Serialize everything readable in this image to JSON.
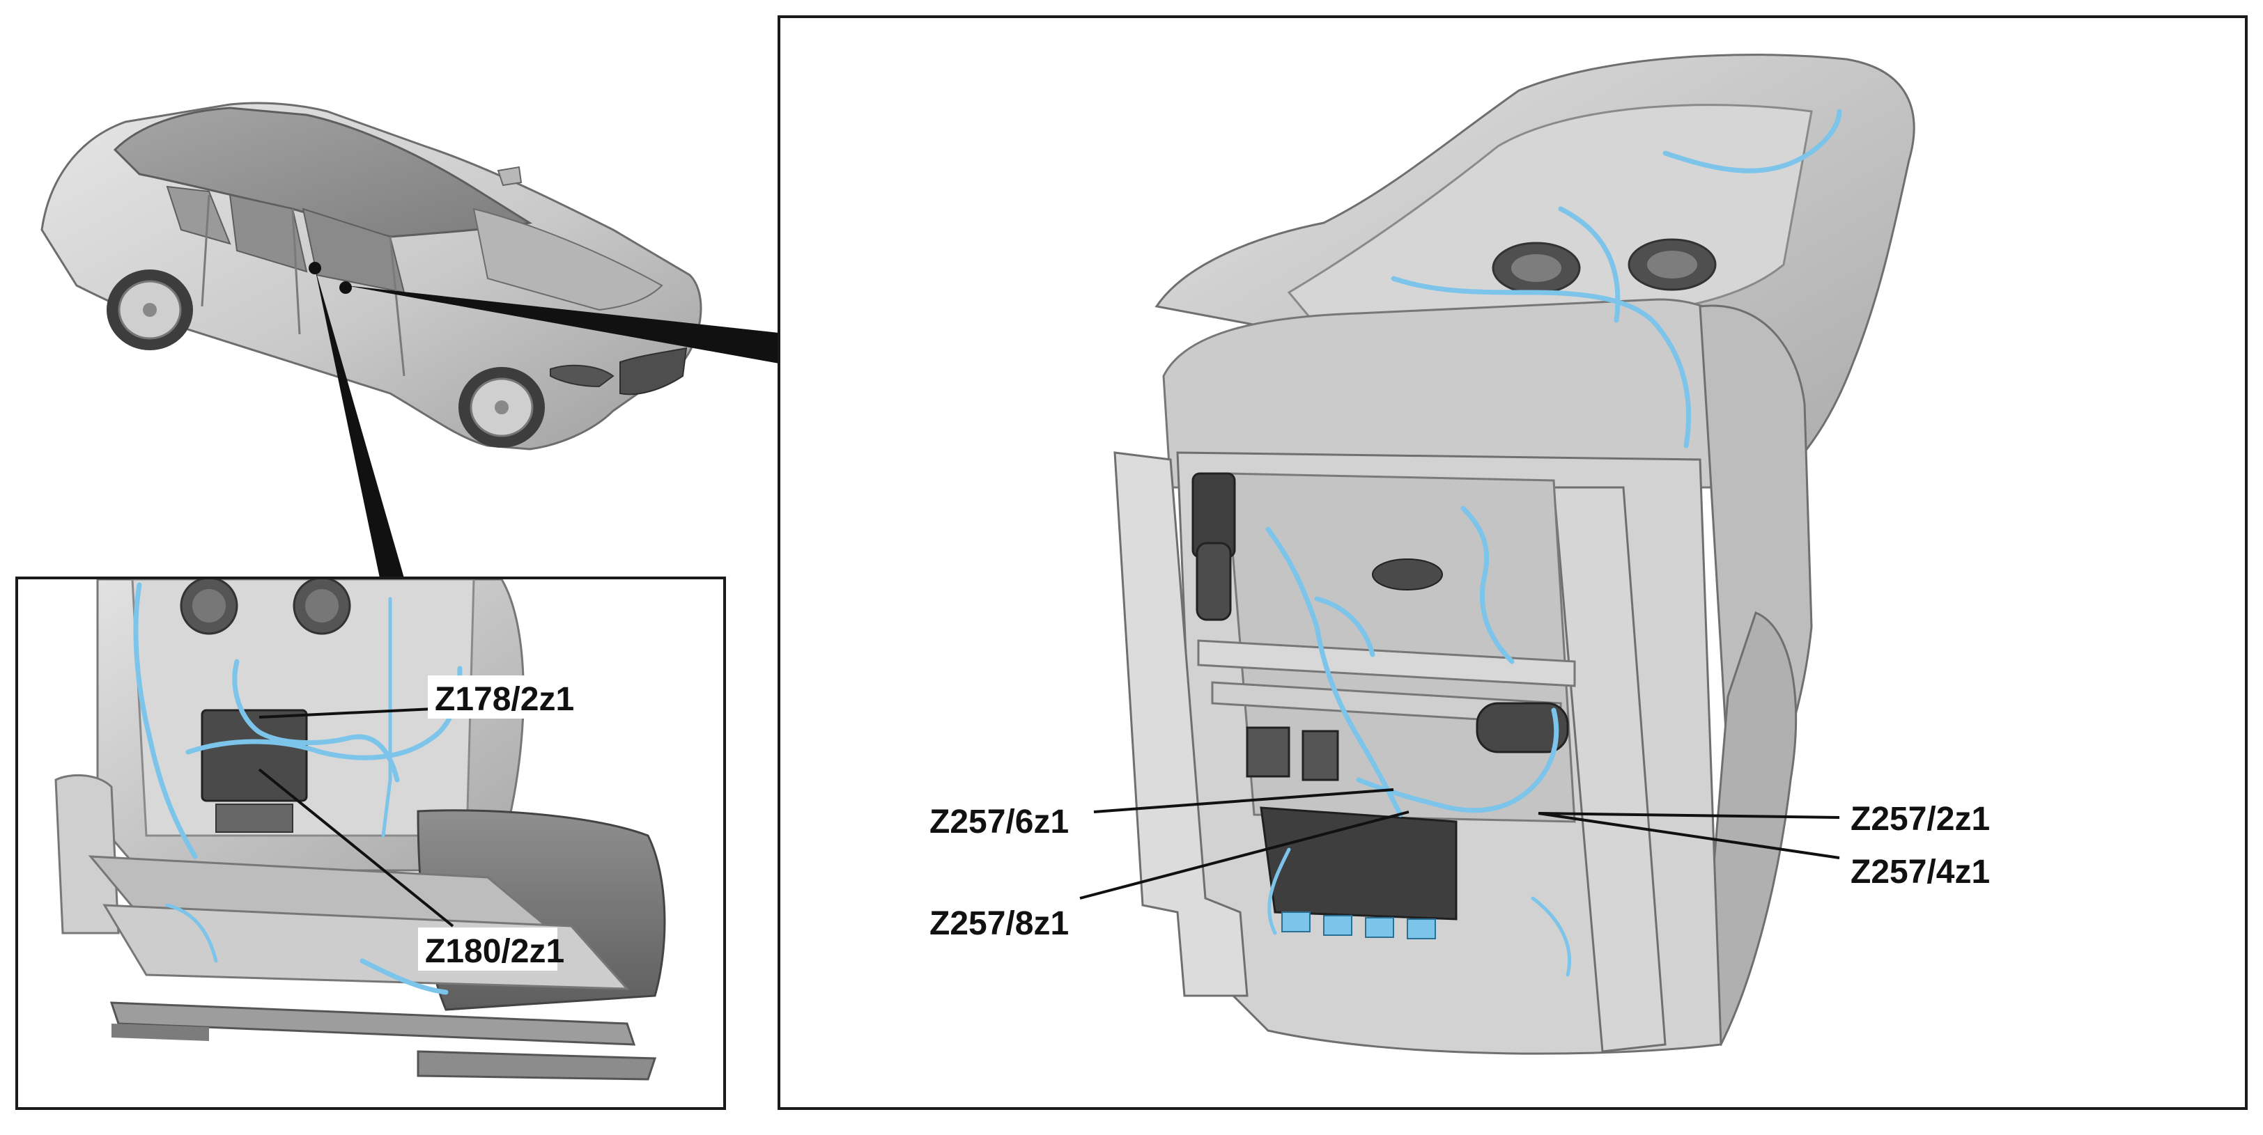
{
  "callouts": {
    "z178": "Z178/2z1",
    "z180": "Z180/2z1",
    "z257_6": "Z257/6z1",
    "z257_8": "Z257/8z1",
    "z257_2": "Z257/2z1",
    "z257_4": "Z257/4z1"
  },
  "colors": {
    "wiring": "#7cc4ea",
    "frame": "#1a1a1a",
    "body_gray": "#c8c8c8"
  }
}
